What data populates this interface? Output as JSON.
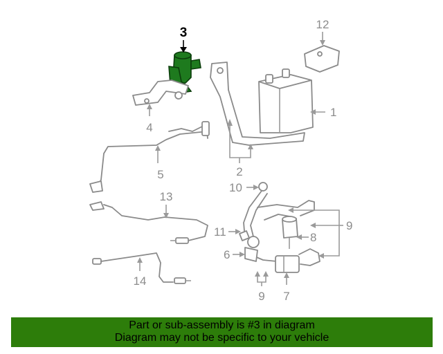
{
  "callouts": {
    "c1": "1",
    "c2": "2",
    "c3": "3",
    "c4": "4",
    "c5": "5",
    "c6": "6",
    "c7": "7",
    "c8": "8",
    "c9a": "9",
    "c9b": "9",
    "c10": "10",
    "c11": "11",
    "c12": "12",
    "c13": "13",
    "c14": "14"
  },
  "highlighted_part": "3",
  "colors": {
    "highlight": "#1e7a1e",
    "banner": "#2d7d0a",
    "line_art": "#8a8a8a"
  },
  "banner": {
    "line1": "Part or sub-assembly is #3 in diagram",
    "line2": "Diagram may not be specific to your vehicle"
  }
}
